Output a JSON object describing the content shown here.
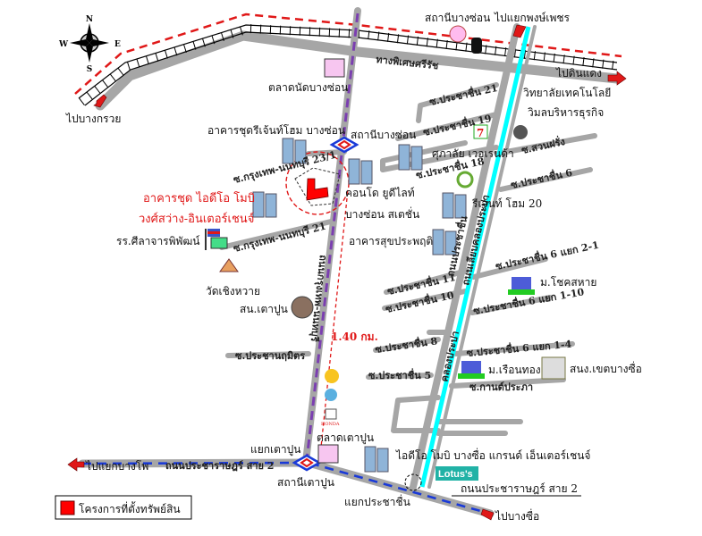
{
  "compass": {
    "n": "N",
    "s": "S",
    "e": "E",
    "w": "W"
  },
  "colors": {
    "project": "#ff0000",
    "canal": "#00ffff",
    "road": "#a6a6a6",
    "rail_line": "#e01818",
    "bts_line": "#7b3fb0",
    "bus_line": "#1a3ad8",
    "distance": "#e01818"
  },
  "directions": {
    "bang_kruai": "ไปบางกรวย",
    "phong_phet": "ไปแยกพงษ์เพชร",
    "din_daeng": "ไปดินแดง",
    "bang_pho": "ไปแยกบางโพ",
    "bang_sue": "ไปบางซื่อ"
  },
  "roads": {
    "expressway": "ทางพิเศษศรีรัช",
    "krungthep_nonthaburi": "ถนนกรุงเทพ-นนทบุรี",
    "prachachuen": "ถนนประชาชื่น",
    "liap_khlong_prapa": "ถนนเลียบคลองประปา",
    "khlong_prapa": "คลองประปา",
    "pracharat_sai2_left": "ถนนประชาราษฎร์ สาย 2",
    "pracharat_sai2_right": "ถนนประชาราษฎร์ สาย 2"
  },
  "sois": {
    "kn23_1": "ซ.กรุงเทพ-นนทบุรี 23/1",
    "kn21": "ซ.กรุงเทพ-นนทบุรี 21",
    "pracha_namit": "ซ.ประชานฤมิตร",
    "pc21": "ซ.ประชาชื่น 21",
    "pc19": "ซ.ประชาชื่น 19",
    "pc18": "ซ.ประชาชื่น 18",
    "suan_farang": "ซ.สวนฝรั่ง",
    "pc6": "ซ.ประชาชื่น 6",
    "pc6_2_1": "ซ.ประชาชื่น 6 แยก 2-1",
    "pc11": "ซ.ประชาชื่น 11",
    "pc10": "ซ.ประชาชื่น 10",
    "pc6_1_10": "ซ.ประชาชื่น 6 แยก 1-10",
    "pc8": "ซ.ประชาชื่น 8",
    "pc6_1_4": "ซ.ประชาชื่น 6 แยก 1-4",
    "pc5": "ซ.ประชาชื่น 5",
    "kan_prapa": "ซ.กานต์ประภา"
  },
  "places": {
    "bang_son_station_rail": "สถานีบางซ่อน",
    "talat_nat_bang_son": "ตลาดนัดบางซ่อน",
    "regent_home": "อาคารชุดรีเจ้นท์โฮม บางซ่อน",
    "bang_son_station_mrt": "สถานีบางซ่อน",
    "project_line1": "อาคารชุด ไอดีโอ โมบิ",
    "project_line2": "วงศ์สว่าง-อินเตอร์เชนจ์",
    "school": "รร.ศีลาจารพิพัฒน์",
    "wat": "วัดเชิงหวาย",
    "tao_pun_police": "สน.เตาปูน",
    "u_delight_1": "คอนโด ยูดีไลท์",
    "u_delight_2": "บางซ่อน สเตชั่น",
    "suk_prapruet": "อาคารสุขประพฤติ",
    "supalai": "ศุภาลัย เวอเรนด้า",
    "regent_home_20": "รีเจ้นท์ โฮม 20",
    "college_1": "วิทยาลัยเทคโนโลยี",
    "college_2": "วิมลบริหารธุรกิจ",
    "chokchai": "ม.โชคสหาย",
    "ruen_thong": "ม.เรือนทอง",
    "district_office": "สนง.เขตบางซื่อ",
    "talat_tao_pun": "ตลาดเตาปูน",
    "yaek_tao_pun": "แยกเตาปูน",
    "tao_pun_station": "สถานีเตาปูน",
    "ideo_grand": "ไอดีโอ โมบิ บางซื่อ แกรนด์ เอ็นเตอร์เชนจ์",
    "lotus": "Lotus's",
    "yaek_prachachuen": "แยกประชาชื่น",
    "seven_eleven": "7",
    "honda": "HONDA"
  },
  "distance": "1.40 กม.",
  "legend": {
    "project": "โครงการที่ตั้งทรัพย์สิน"
  }
}
